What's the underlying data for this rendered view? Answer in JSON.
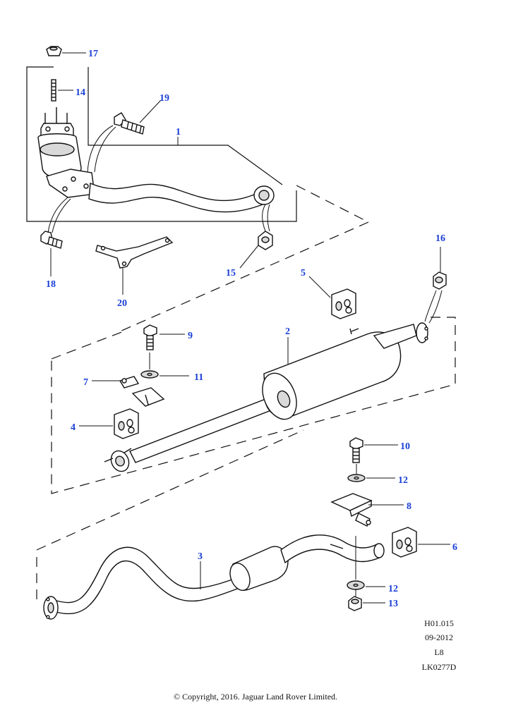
{
  "callouts": {
    "c1": "1",
    "c2": "2",
    "c3": "3",
    "c4": "4",
    "c5": "5",
    "c6": "6",
    "c7": "7",
    "c8": "8",
    "c9": "9",
    "c10": "10",
    "c11": "11",
    "c12a": "12",
    "c12b": "12",
    "c13": "13",
    "c14": "14",
    "c15": "15",
    "c16": "16",
    "c17": "17",
    "c18": "18",
    "c19": "19",
    "c20": "20"
  },
  "caption": {
    "ref": "H01.015",
    "date": "09-2012",
    "variant": "L8",
    "code": "LK0277D"
  },
  "copyright": "© Copyright, 2016. Jaguar Land Rover Limited.",
  "colors": {
    "callout": "#1a3fd6",
    "line": "#111111"
  }
}
